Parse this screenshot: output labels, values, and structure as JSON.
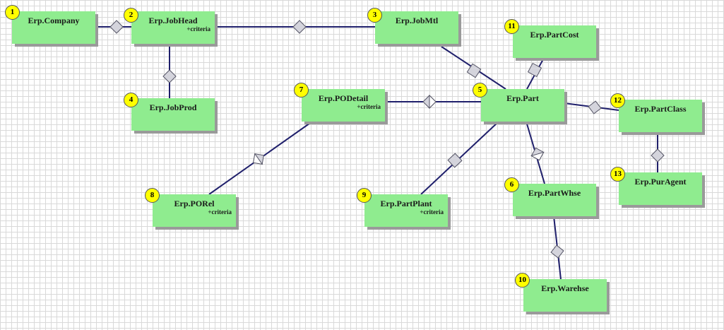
{
  "nodes": [
    {
      "id": 1,
      "title": "Erp.Company",
      "criteria": ""
    },
    {
      "id": 2,
      "title": "Erp.JobHead",
      "criteria": "+criteria"
    },
    {
      "id": 3,
      "title": "Erp.JobMtl",
      "criteria": ""
    },
    {
      "id": 4,
      "title": "Erp.JobProd",
      "criteria": ""
    },
    {
      "id": 5,
      "title": "Erp.Part",
      "criteria": ""
    },
    {
      "id": 6,
      "title": "Erp.PartWhse",
      "criteria": ""
    },
    {
      "id": 7,
      "title": "Erp.PODetail",
      "criteria": "+criteria"
    },
    {
      "id": 8,
      "title": "Erp.PORel",
      "criteria": "+criteria"
    },
    {
      "id": 9,
      "title": "Erp.PartPlant",
      "criteria": "+criteria"
    },
    {
      "id": 10,
      "title": "Erp.Warehse",
      "criteria": ""
    },
    {
      "id": 11,
      "title": "Erp.PartCost",
      "criteria": ""
    },
    {
      "id": 12,
      "title": "Erp.PartClass",
      "criteria": ""
    },
    {
      "id": 13,
      "title": "Erp.PurAgent",
      "criteria": ""
    }
  ],
  "links": [
    {
      "from": 1,
      "to": 2
    },
    {
      "from": 2,
      "to": 3
    },
    {
      "from": 2,
      "to": 4
    },
    {
      "from": 3,
      "to": 5
    },
    {
      "from": 7,
      "to": 5
    },
    {
      "from": 7,
      "to": 8
    },
    {
      "from": 5,
      "to": 11
    },
    {
      "from": 5,
      "to": 12
    },
    {
      "from": 5,
      "to": 9
    },
    {
      "from": 5,
      "to": 6
    },
    {
      "from": 12,
      "to": 13
    },
    {
      "from": 6,
      "to": 10
    }
  ],
  "colors": {
    "node_fill": "#8fec8f",
    "link": "#1f1f6b",
    "connector_fill": "#d4d4dc",
    "badge": "#ffff00"
  }
}
